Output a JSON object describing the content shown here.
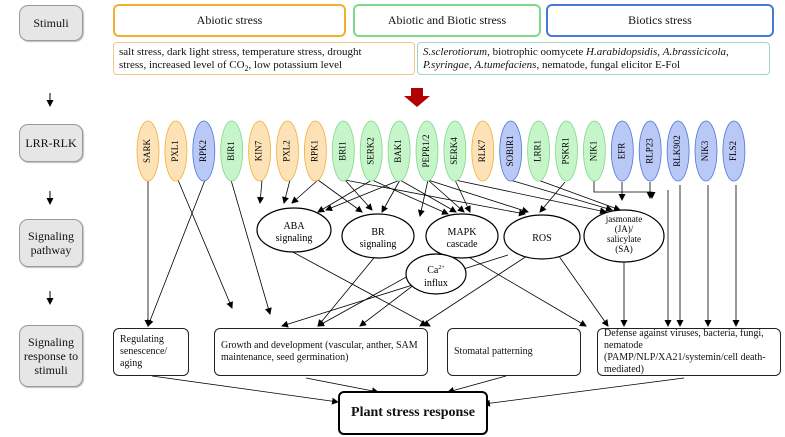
{
  "row_labels": {
    "stimuli": "Stimuli",
    "lrr_rlk": "LRR-RLK",
    "signaling_pathway": [
      "Signaling",
      "pathway"
    ],
    "signaling_response": [
      "Signaling",
      "response to",
      "stimuli"
    ]
  },
  "categories": {
    "abiotic": "Abiotic stress",
    "abiotic_biotic": "Abiotic and Biotic stress",
    "biotic": "Biotics stress"
  },
  "stimuli_desc": {
    "abiotic_line1": "salt stress, dark light stress, temperature stress, drought",
    "abiotic_line2_a": "stress, increased level of CO",
    "abiotic_line2_sub": "2",
    "abiotic_line2_b": ", low potassium level",
    "biotic_line1_a": "S.sclerotiorum",
    "biotic_line1_b": ", biotrophic oomycete ",
    "biotic_line1_c": "H.arabidopsidis",
    "biotic_line1_d": ", ",
    "biotic_line1_e": "A.brassicicola",
    "biotic_line1_f": ",",
    "biotic_line2_a": "P.syringae",
    "biotic_line2_b": ", ",
    "biotic_line2_c": "A.tumefaciens",
    "biotic_line2_d": ", nematode, fungal elicitor E-Fol"
  },
  "colors": {
    "abiotic": "#fde2b7",
    "abiotic_border": "#f0b030",
    "both": "#c6f5c9",
    "both_border": "#7fd98a",
    "biotic": "#b9c8f5",
    "biotic_border": "#4a78d8",
    "arrow_red": "#b30000"
  },
  "receptors": [
    {
      "name": "SARK",
      "type": "abiotic"
    },
    {
      "name": "PXL1",
      "type": "abiotic"
    },
    {
      "name": "RPK2",
      "type": "biotic"
    },
    {
      "name": "BIR1",
      "type": "both"
    },
    {
      "name": "KIN7",
      "type": "abiotic"
    },
    {
      "name": "PXL2",
      "type": "abiotic"
    },
    {
      "name": "RPK1",
      "type": "abiotic"
    },
    {
      "name": "BRI1",
      "type": "both"
    },
    {
      "name": "SERK2",
      "type": "both"
    },
    {
      "name": "BAK1",
      "type": "both"
    },
    {
      "name": "PEPR1/2",
      "type": "both"
    },
    {
      "name": "SERK4",
      "type": "both"
    },
    {
      "name": "RLK7",
      "type": "abiotic"
    },
    {
      "name": "SOBIR1",
      "type": "biotic"
    },
    {
      "name": "LRR1",
      "type": "both"
    },
    {
      "name": "PSKR1",
      "type": "both"
    },
    {
      "name": "NIK1",
      "type": "both"
    },
    {
      "name": "EFR",
      "type": "biotic"
    },
    {
      "name": "RLP23",
      "type": "biotic"
    },
    {
      "name": "RLK902",
      "type": "biotic"
    },
    {
      "name": "NIK3",
      "type": "biotic"
    },
    {
      "name": "FLS2",
      "type": "biotic"
    }
  ],
  "pathways": {
    "aba": [
      "ABA",
      "signaling"
    ],
    "br": [
      "BR",
      "signaling"
    ],
    "mapk": [
      "MAPK",
      "cascade"
    ],
    "ros": "ROS",
    "ja": [
      "jasmonate",
      "(JA)/",
      "salicylate",
      "(SA)"
    ],
    "ca_a": "Ca",
    "ca_sup": "2+",
    "ca_b": "influx"
  },
  "responses": {
    "senescence": "Regulating senescence/ aging",
    "growth": "Growth and development (vascular, anther, SAM maintenance, seed germination)",
    "stomatal": "Stomatal patterning",
    "defense": "Defense against viruses, bacteria, fungi, nematode (PAMP/NLP/XA21/systemin/cell death-mediated)"
  },
  "final": "Plant stress response"
}
